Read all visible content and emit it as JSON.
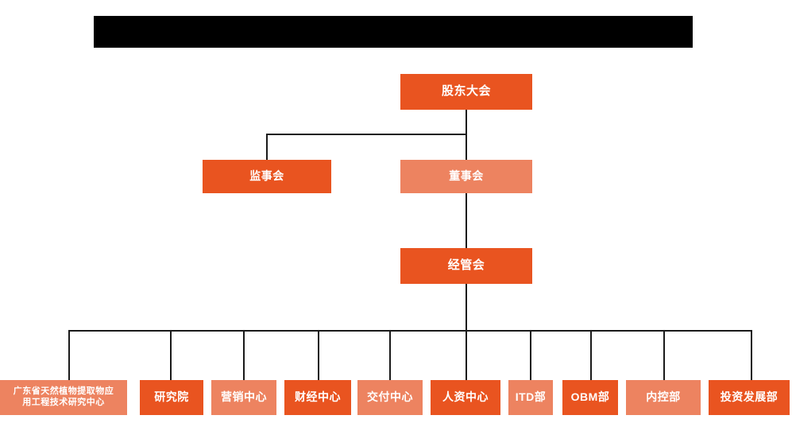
{
  "diagram": {
    "title_bar": {
      "name": "redacted-title-bar",
      "text": ""
    },
    "colors": {
      "dark_orange": "#E95420",
      "light_orange": "#ED8360",
      "connector": "#1a1a1a",
      "text": "#FFFFFF",
      "background": "#FFFFFF",
      "redaction": "#000000"
    },
    "nodes": {
      "shareholders_meeting": {
        "label": "股东大会",
        "tone": "dark"
      },
      "board_of_supervisors": {
        "label": "监事会",
        "tone": "dark"
      },
      "board_of_directors": {
        "label": "董事会",
        "tone": "light"
      },
      "management_committee": {
        "label": "经管会",
        "tone": "dark"
      }
    },
    "departments": [
      {
        "label": "广东省天然植物提取物应\n用工程技术研究中心",
        "line1": "广东省天然植物提取物应",
        "line2": "用工程技术研究中心",
        "tone": "light"
      },
      {
        "label": "研究院",
        "tone": "dark"
      },
      {
        "label": "营销中心",
        "tone": "light"
      },
      {
        "label": "财经中心",
        "tone": "dark"
      },
      {
        "label": "交付中心",
        "tone": "light"
      },
      {
        "label": "人资中心",
        "tone": "dark"
      },
      {
        "label": "ITD部",
        "tone": "light"
      },
      {
        "label": "OBM部",
        "tone": "dark"
      },
      {
        "label": "内控部",
        "tone": "light"
      },
      {
        "label": "投资发展部",
        "tone": "dark"
      }
    ]
  }
}
